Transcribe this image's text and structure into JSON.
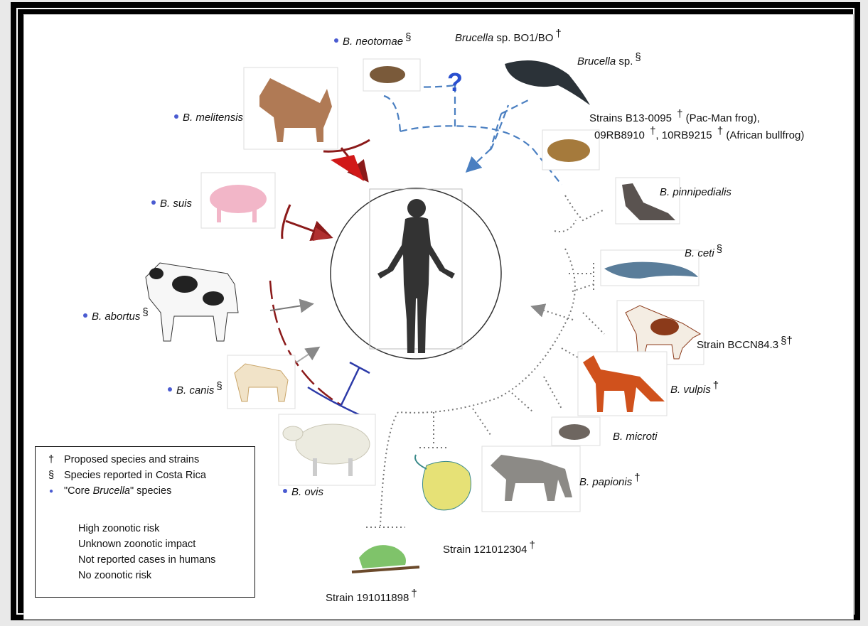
{
  "labels": {
    "b_neotomae": {
      "name": "B. neotomae",
      "sym": "§"
    },
    "brucella_bo": {
      "name_italic": "Brucella",
      "name_rest": " sp. BO1/BO",
      "sym": "†"
    },
    "brucella_sp": {
      "name_italic": "Brucella",
      "name_rest": " sp.",
      "sym": "§"
    },
    "frog_strains_line1": {
      "pre": "Strains B13-0095 ",
      "sym": "†",
      "post": " (Pac-Man frog),"
    },
    "frog_strains_line2": {
      "pre": "09RB8910 ",
      "sym1": "†",
      "mid": ", 10RB9215 ",
      "sym2": "†",
      "post": " (African bullfrog)"
    },
    "b_pinnipedialis": {
      "name": "B. pinnipedialis"
    },
    "b_ceti": {
      "name": "B. ceti",
      "sym": "§"
    },
    "strain_bccn": {
      "name": "Strain BCCN84.3",
      "sym": "§†"
    },
    "b_vulpis": {
      "name": "B. vulpis",
      "sym": "†"
    },
    "b_microti": {
      "name": "B. microti"
    },
    "b_papionis": {
      "name": "B. papionis",
      "sym": "†"
    },
    "strain_121": {
      "name": "Strain 121012304",
      "sym": "†"
    },
    "strain_191": {
      "name": "Strain 191011898",
      "sym": "†"
    },
    "b_melitensis": {
      "name": "B. melitensis"
    },
    "b_suis": {
      "name": "B. suis"
    },
    "b_abortus": {
      "name": "B. abortus",
      "sym": "§"
    },
    "b_canis": {
      "name": "B. canis",
      "sym": "§"
    },
    "b_ovis": {
      "name": "B. ovis"
    }
  },
  "question_mark": "?",
  "legend": {
    "symbols": [
      {
        "sym": "†",
        "text": "Proposed species and strains"
      },
      {
        "sym": "§",
        "text": "Species reported in Costa Rica"
      },
      {
        "sym": "●",
        "text_pre": "\"Core ",
        "text_italic": "Brucella",
        "text_post": "\" species"
      }
    ],
    "lines": [
      {
        "text": "High zoonotic risk",
        "color": "#8b1a1a"
      },
      {
        "text": "Unknown zoonotic impact",
        "color": "#4a7fc1"
      },
      {
        "text": "Not reported cases in humans",
        "color": "#777777"
      },
      {
        "text": "No zoonotic risk",
        "color": "#2c3aa8"
      }
    ]
  },
  "colors": {
    "high_risk": "#8b1a1a",
    "unknown": "#4a7fc1",
    "not_reported": "#777777",
    "no_risk": "#2c3aa8",
    "core_dot": "#4a5bd1",
    "human": "#333333"
  },
  "icons": [
    "human-silhouette-icon",
    "goat-icon",
    "pig-icon",
    "cow-icon",
    "dog-icon",
    "sheep-icon",
    "mouse-icon",
    "porpoise-icon",
    "frog-icon",
    "seal-icon",
    "dolphin-icon",
    "fox-icon",
    "vole-icon",
    "baboon-icon",
    "stingray-icon",
    "chameleon-icon"
  ]
}
